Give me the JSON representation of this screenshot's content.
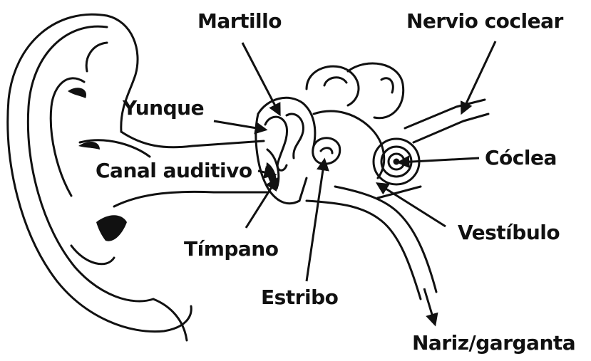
{
  "labels": {
    "martillo": "Martillo",
    "nervio_coclear": "Nervio coclear",
    "yunque": "Yunque",
    "canal_auditivo": "Canal auditivo",
    "coclea": "Cóclea",
    "timpano": "Tímpano",
    "vestibulo": "Vestíbulo",
    "estribo": "Estribo",
    "nariz_garganta": "Nariz/garganta"
  },
  "colors": {
    "ink": "#111111",
    "paper": "#ffffff"
  }
}
